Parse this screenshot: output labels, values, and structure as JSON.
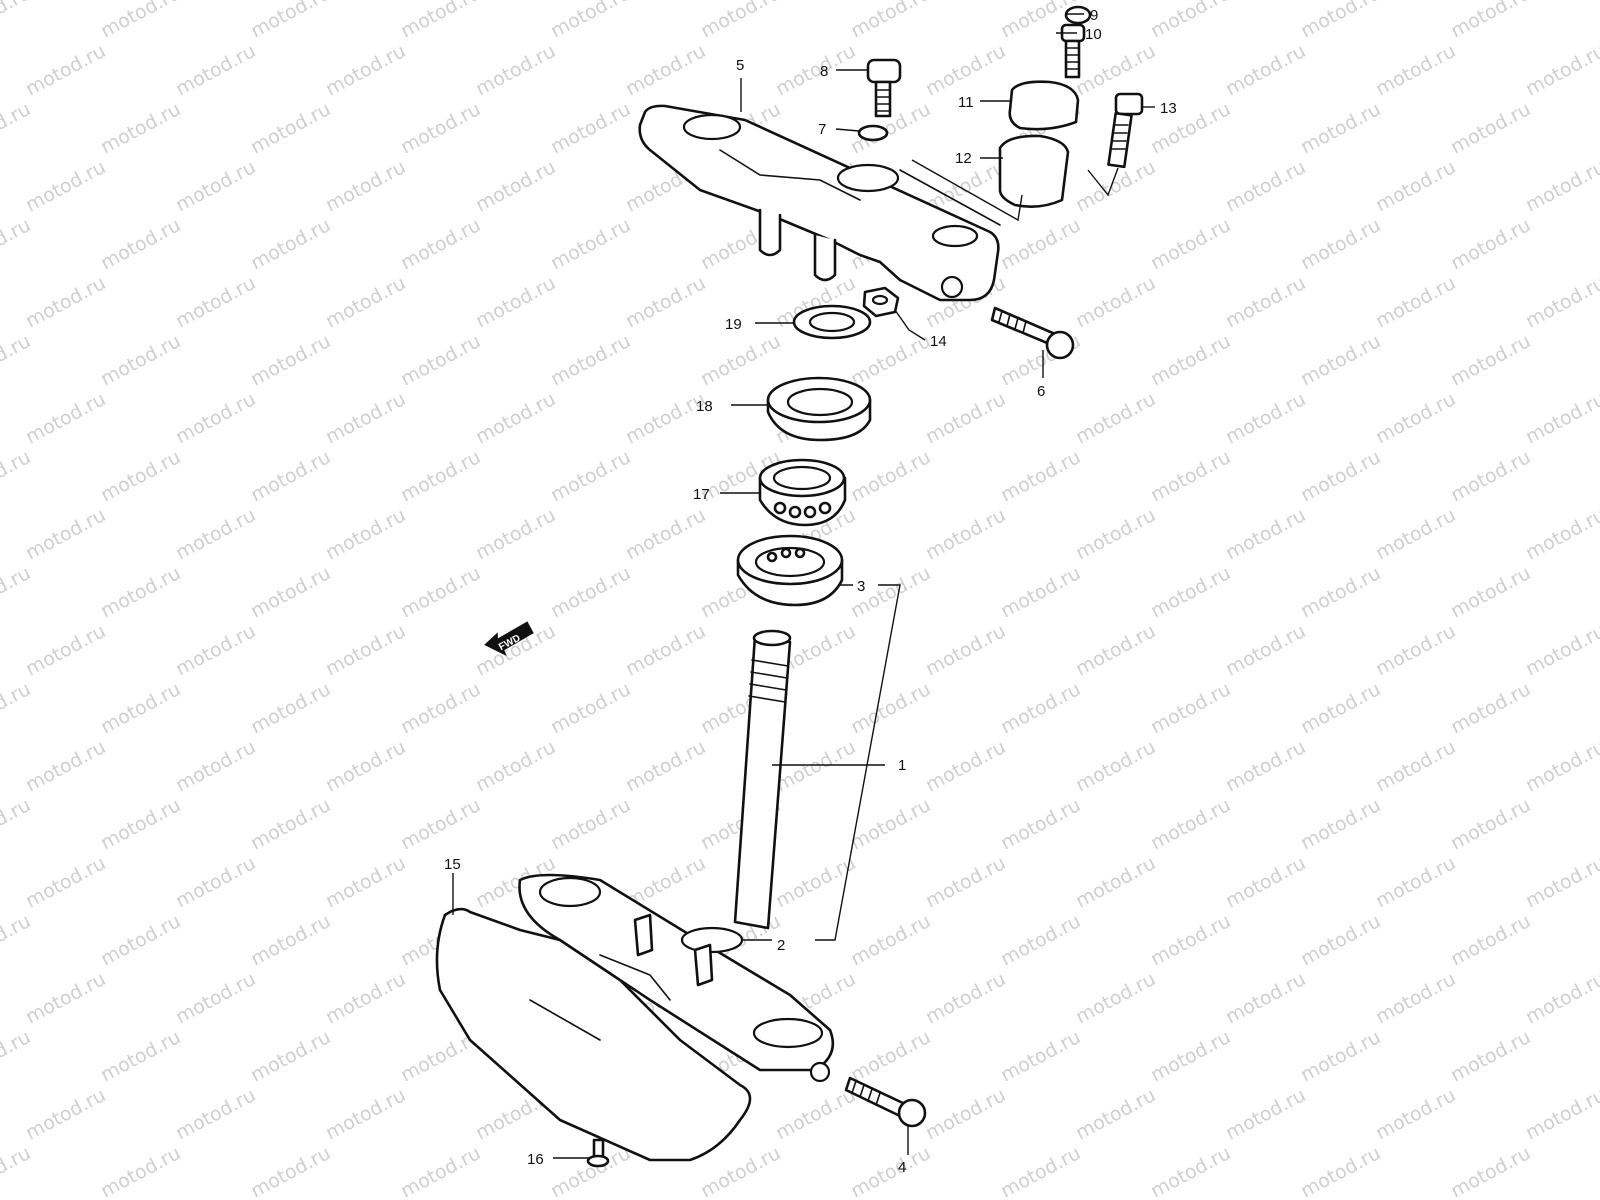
{
  "watermark": "motod.ru",
  "fwd_badge": "FWD",
  "callouts": {
    "c1": "1",
    "c2": "2",
    "c3": "3",
    "c4": "4",
    "c5": "5",
    "c6": "6",
    "c7": "7",
    "c8": "8",
    "c9": "9",
    "c10": "10",
    "c11": "11",
    "c12": "12",
    "c13": "13",
    "c14": "14",
    "c15": "15",
    "c16": "16",
    "c17": "17",
    "c18": "18",
    "c19": "19"
  }
}
